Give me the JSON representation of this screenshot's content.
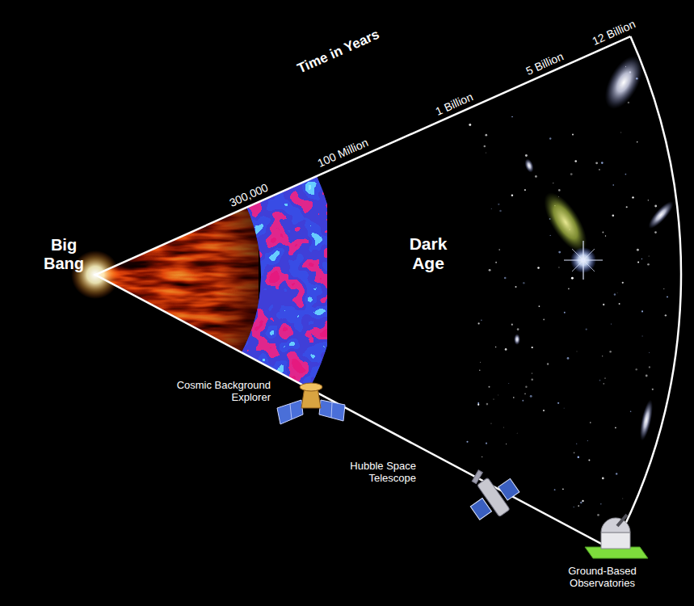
{
  "diagram": {
    "labels": [
      "Time in Years",
      "300,000",
      "100 Million",
      "1 Billion",
      "5 Billion",
      "12 Billion",
      "Big Bang",
      "Dark Age",
      "Cosmic Background Explorer",
      "Hubble Space Telescope",
      "Ground-Based Observatories"
    ]
  }
}
